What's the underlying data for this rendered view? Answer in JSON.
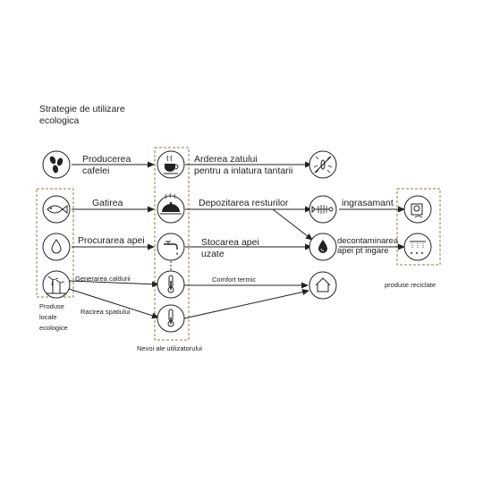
{
  "title_line1": "Strategie de utilizare",
  "title_line2": "ecologica",
  "groups": {
    "local": {
      "line1": "Produse",
      "line2": "locale",
      "line3": "ecologice"
    },
    "needs": {
      "label": "Nevoi ale utilizatorului"
    },
    "recycled": {
      "label": "produse reciclate"
    }
  },
  "flows": {
    "coffee_production_1": "Producerea",
    "coffee_production_2": "cafelei",
    "grounds_burning_1": "Arderea zatului",
    "grounds_burning_2": "pentru a inlatura tantarii",
    "cooking": "Gatirea",
    "waste_storage": "Depozitarea resturilor",
    "fertilizer": "ingrasamant",
    "water_supply": "Procurarea apei",
    "used_water_1": "Stocarea apei",
    "used_water_2": "uzate",
    "decontamination_1": "decontaminarea",
    "decontamination_2": "apei pt ingare",
    "heat_generation": "Generarea caldurii",
    "thermal_comfort": "Comfort termic",
    "space_cooling": "Racirea spatiului"
  },
  "icons": {
    "coffee_beans": "coffee-beans-icon",
    "coffee_cup": "coffee-cup-icon",
    "no_mosquito": "no-mosquito-icon",
    "fish": "fish-icon",
    "cloche": "cloche-icon",
    "fish_bone": "fish-bone-icon",
    "compost_bin": "compost-bin-icon",
    "water_drop": "water-drop-icon",
    "faucet": "faucet-icon",
    "drop_recycle": "drop-recycle-icon",
    "irrigation": "irrigation-icon",
    "wind_turbine": "wind-turbine-icon",
    "thermometer_warm": "thermometer-warm-icon",
    "thermometer_cool": "thermometer-cool-icon",
    "house": "house-icon"
  },
  "colors": {
    "stroke": "#222222",
    "dashed_box": "#8a7d52"
  }
}
